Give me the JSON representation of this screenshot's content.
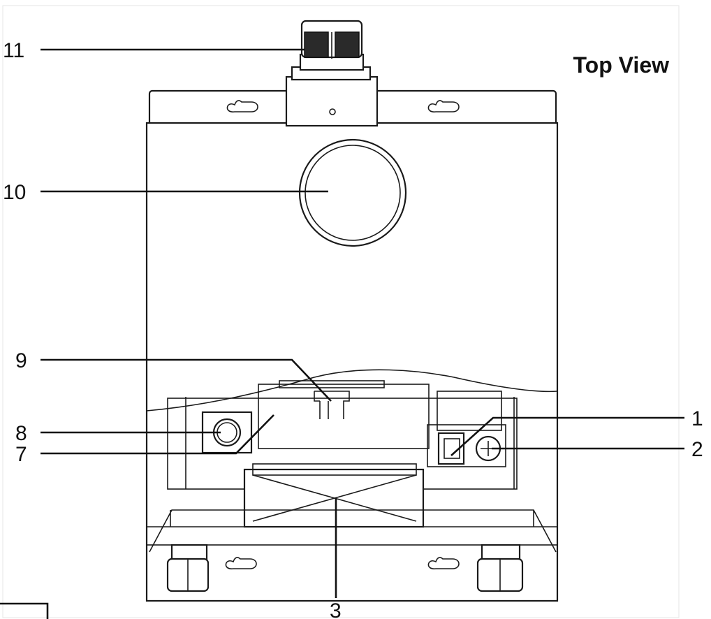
{
  "title": "Top View",
  "callouts": {
    "c1": "1",
    "c2": "2",
    "c3": "3",
    "c7": "7",
    "c8": "8",
    "c9": "9",
    "c10": "10",
    "c11": "11"
  }
}
